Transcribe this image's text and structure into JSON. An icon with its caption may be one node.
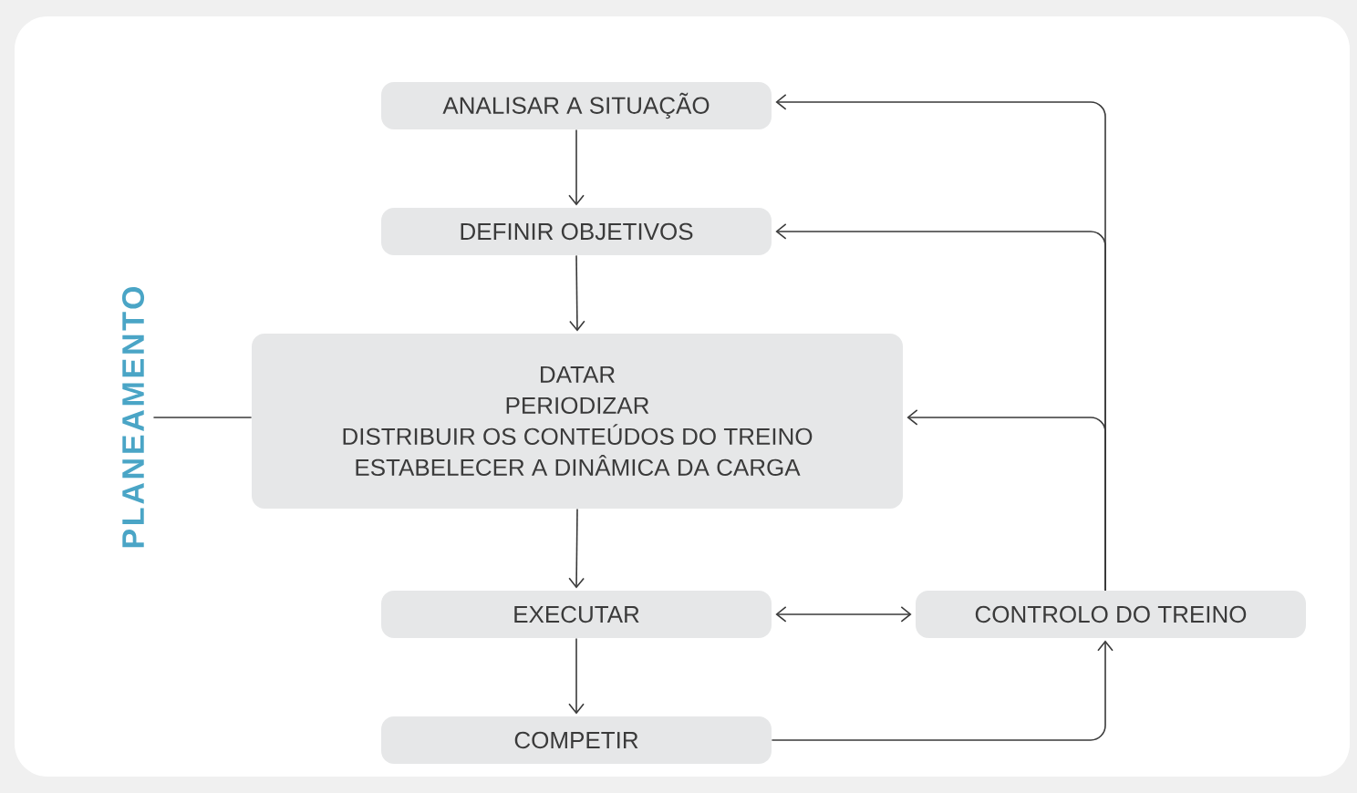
{
  "diagram": {
    "nodes": [
      {
        "text": [
          "ANALISAR A SITUAÇÃO"
        ]
      },
      {
        "text": [
          "DEFINIR OBJETIVOS"
        ]
      },
      {
        "text": [
          "DATAR",
          "PERIODIZAR",
          "DISTRIBUIR OS CONTEÚDOS DO TREINO",
          "ESTABELECER A DINÂMICA DA CARGA"
        ]
      },
      {
        "text": [
          "EXECUTAR"
        ]
      },
      {
        "text": [
          "CONTROLO DO TREINO"
        ]
      },
      {
        "text": [
          "COMPETIR"
        ]
      },
      {
        "text": [
          "PLANEAMENTO"
        ]
      }
    ],
    "edges": [
      {
        "from": 0,
        "to": 1,
        "arrow": "to"
      },
      {
        "from": 1,
        "to": 2,
        "arrow": "to"
      },
      {
        "from": 2,
        "to": 3,
        "arrow": "to"
      },
      {
        "from": 3,
        "to": 4,
        "arrow": "both"
      },
      {
        "from": 3,
        "to": 5,
        "arrow": "to"
      },
      {
        "from": 5,
        "to": 4,
        "arrow": "to"
      },
      {
        "from": 4,
        "to": 0,
        "arrow": "to"
      },
      {
        "from": 4,
        "to": 1,
        "arrow": "to"
      },
      {
        "from": 4,
        "to": 2,
        "arrow": "to"
      },
      {
        "from": 6,
        "to": 2,
        "arrow": "none"
      }
    ]
  }
}
